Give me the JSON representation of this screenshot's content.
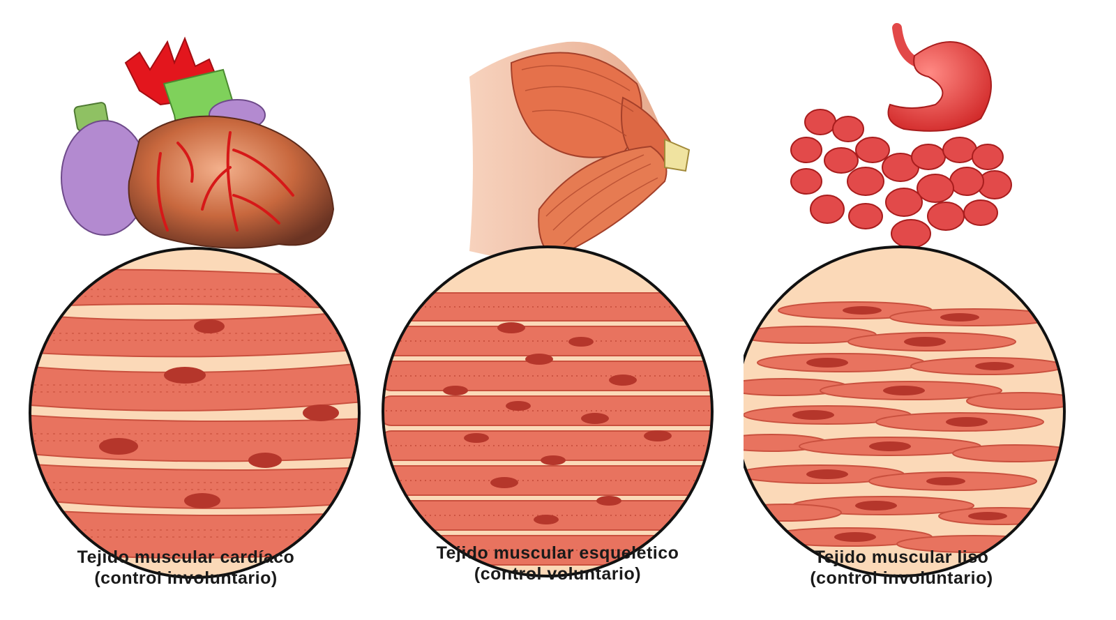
{
  "panels": [
    {
      "organ": "heart",
      "tissue": "cardiac",
      "label_line1": "Tejido muscular cardíaco",
      "label_line2": "(control involuntario)"
    },
    {
      "organ": "arm-muscle",
      "tissue": "skeletal",
      "label_line1": "Tejido muscular esquelético",
      "label_line2": "(control voluntario)"
    },
    {
      "organ": "stomach-and-intestines",
      "tissue": "smooth",
      "label_line1": "Tejido muscular liso",
      "label_line2": "(control involuntario)"
    }
  ],
  "colors": {
    "fiber": "#e8735f",
    "fiber_dark": "#c9503e",
    "background_tissue": "#fbd9b8",
    "nucleus": "#b5362b",
    "arrow": "#7cc6e0",
    "arrow_outline": "#1f4f66",
    "caption_text": "#1a1a1a"
  }
}
